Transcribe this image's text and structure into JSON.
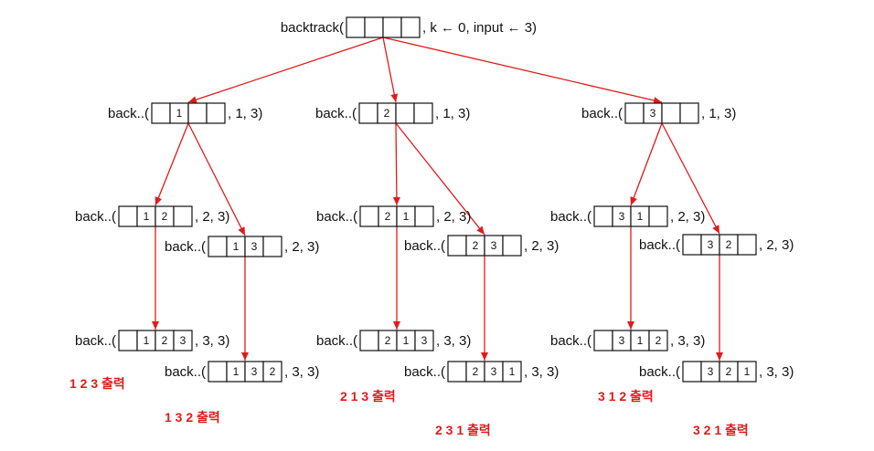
{
  "arrow_color": "#e01b1b",
  "nodes": [
    {
      "id": "root",
      "prefix": "backtrack(",
      "cells": [
        "",
        "",
        "",
        ""
      ],
      "suffix": ", k ← 0, input ← 3)"
    },
    {
      "id": "n1",
      "prefix": "back..(",
      "cells": [
        "",
        "1",
        "",
        ""
      ],
      "suffix": ", 1, 3)"
    },
    {
      "id": "n2",
      "prefix": "back..(",
      "cells": [
        "",
        "2",
        "",
        ""
      ],
      "suffix": ", 1, 3)"
    },
    {
      "id": "n3",
      "prefix": "back..(",
      "cells": [
        "",
        "3",
        "",
        ""
      ],
      "suffix": ", 1, 3)"
    },
    {
      "id": "n12",
      "prefix": "back..(",
      "cells": [
        "",
        "1",
        "2",
        ""
      ],
      "suffix": ", 2, 3)"
    },
    {
      "id": "n13",
      "prefix": "back..(",
      "cells": [
        "",
        "1",
        "3",
        ""
      ],
      "suffix": ", 2, 3)"
    },
    {
      "id": "n21",
      "prefix": "back..(",
      "cells": [
        "",
        "2",
        "1",
        ""
      ],
      "suffix": ", 2, 3)"
    },
    {
      "id": "n23",
      "prefix": "back..(",
      "cells": [
        "",
        "2",
        "3",
        ""
      ],
      "suffix": ", 2, 3)"
    },
    {
      "id": "n31",
      "prefix": "back..(",
      "cells": [
        "",
        "3",
        "1",
        ""
      ],
      "suffix": ", 2, 3)"
    },
    {
      "id": "n32",
      "prefix": "back..(",
      "cells": [
        "",
        "3",
        "2",
        ""
      ],
      "suffix": ", 2, 3)"
    },
    {
      "id": "n123",
      "prefix": "back..(",
      "cells": [
        "",
        "1",
        "2",
        "3"
      ],
      "suffix": ", 3, 3)"
    },
    {
      "id": "n132",
      "prefix": "back..(",
      "cells": [
        "",
        "1",
        "3",
        "2"
      ],
      "suffix": ", 3, 3)"
    },
    {
      "id": "n213",
      "prefix": "back..(",
      "cells": [
        "",
        "2",
        "1",
        "3"
      ],
      "suffix": ", 3, 3)"
    },
    {
      "id": "n231",
      "prefix": "back..(",
      "cells": [
        "",
        "2",
        "3",
        "1"
      ],
      "suffix": ", 3, 3)"
    },
    {
      "id": "n312",
      "prefix": "back..(",
      "cells": [
        "",
        "3",
        "1",
        "2"
      ],
      "suffix": ", 3, 3)"
    },
    {
      "id": "n321",
      "prefix": "back..(",
      "cells": [
        "",
        "3",
        "2",
        "1"
      ],
      "suffix": ", 3, 3)"
    }
  ],
  "edges": [
    [
      "root",
      "n1"
    ],
    [
      "root",
      "n2"
    ],
    [
      "root",
      "n3"
    ],
    [
      "n1",
      "n12"
    ],
    [
      "n1",
      "n13"
    ],
    [
      "n2",
      "n21"
    ],
    [
      "n2",
      "n23"
    ],
    [
      "n3",
      "n31"
    ],
    [
      "n3",
      "n32"
    ],
    [
      "n12",
      "n123"
    ],
    [
      "n13",
      "n132"
    ],
    [
      "n21",
      "n213"
    ],
    [
      "n23",
      "n231"
    ],
    [
      "n31",
      "n312"
    ],
    [
      "n32",
      "n321"
    ]
  ],
  "outputs": [
    {
      "id": "o123",
      "text": "1 2 3 출력"
    },
    {
      "id": "o132",
      "text": "1 3 2 출력"
    },
    {
      "id": "o213",
      "text": "2 1 3 출력"
    },
    {
      "id": "o231",
      "text": "2 3 1 출력"
    },
    {
      "id": "o312",
      "text": "3 1 2 출력"
    },
    {
      "id": "o321",
      "text": "3 2 1 출력"
    }
  ]
}
